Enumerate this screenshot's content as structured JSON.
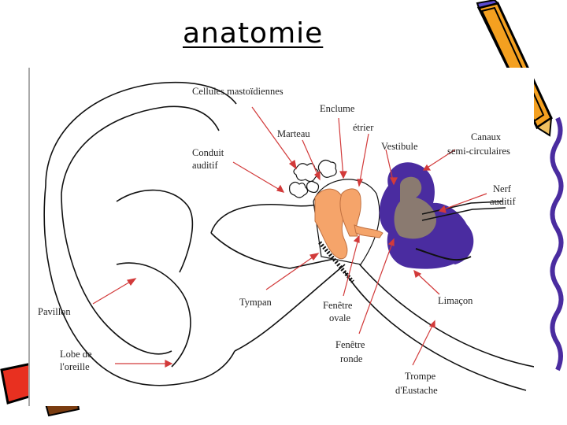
{
  "slide": {
    "title": "anatomie"
  },
  "diagram": {
    "labels": {
      "cellules": "Cellules mastoïdiennes",
      "enclume": "Enclume",
      "marteau": "Marteau",
      "etrier": "étrier",
      "vestibule": "Vestibule",
      "canaux_1": "Canaux",
      "canaux_2": "semi-circulaires",
      "conduit_1": "Conduit",
      "conduit_2": "auditif",
      "nerf_1": "Nerf",
      "nerf_2": "auditif",
      "pavillon": "Pavillon",
      "tympan": "Tympan",
      "fenetre_ovale_1": "Fenêtre",
      "fenetre_ovale_2": "ovale",
      "limacon": "Limaçon",
      "lobe_1": "Lobe de",
      "lobe_2": "l'oreille",
      "fenetre_ronde_1": "Fenêtre",
      "fenetre_ronde_2": "ronde",
      "trompe_1": "Trompe",
      "trompe_2": "d'Eustache"
    },
    "colors": {
      "ossicles": "#f5a46a",
      "inner_ear_outer": "#4a2ca0",
      "inner_ear_inner": "#8a7a70",
      "arrows": "#d23a3a",
      "pencil": "#f4a020"
    }
  }
}
